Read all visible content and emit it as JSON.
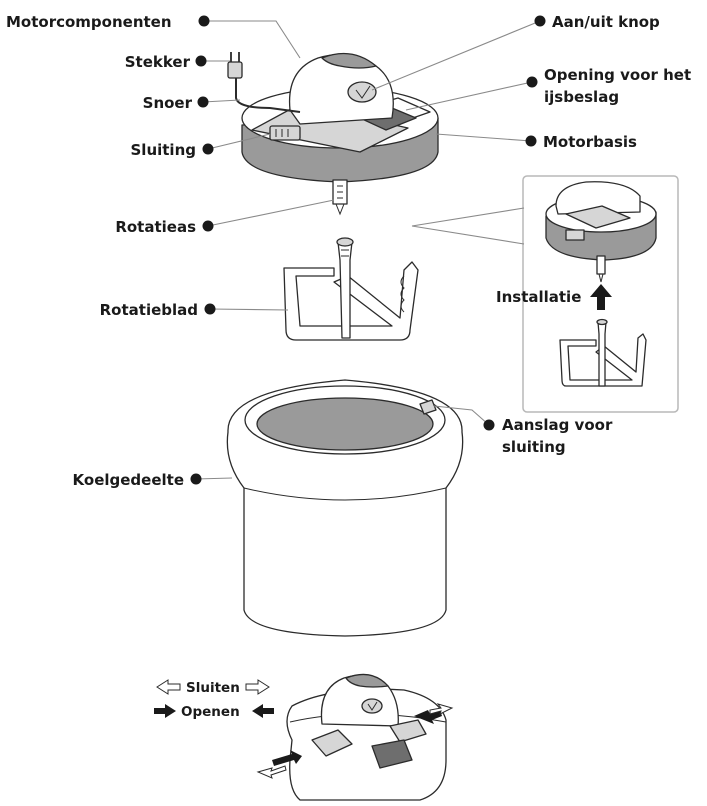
{
  "labels": {
    "motor_components": "Motorcomponenten",
    "plug": "Stekker",
    "cord": "Snoer",
    "closure": "Sluiting",
    "rotation_axis": "Rotatieas",
    "rotation_blade": "Rotatieblad",
    "cooling_part": "Koelgedeelte",
    "on_off_button": "Aan/uit knop",
    "opening_line1": "Opening voor het",
    "opening_line2": "ijsbeslag",
    "motor_base": "Motorbasis",
    "installation": "Installatie",
    "stop_line1": "Aanslag voor",
    "stop_line2": "sluiting",
    "close": "Sluiten",
    "open": "Openen"
  },
  "colors": {
    "text": "#1a1a1a",
    "leader": "#8a8a8a",
    "outline": "#2b2b2b",
    "fill_grey": "#9a9a9a",
    "inset_border": "#b8b8b8"
  }
}
